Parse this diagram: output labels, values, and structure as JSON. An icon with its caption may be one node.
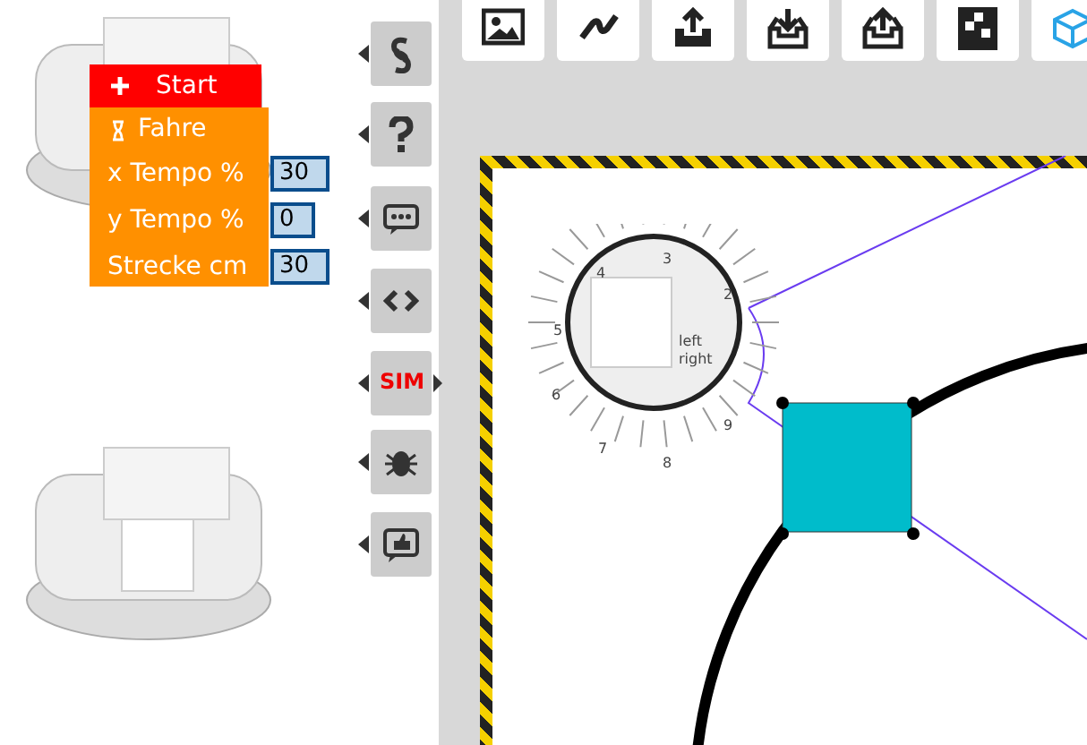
{
  "diagram": {
    "nodes": [
      {
        "text": [
          "Start"
        ]
      },
      {
        "text": [
          "Fahre",
          "x Tempo %",
          "y Tempo %",
          "Strecke cm"
        ]
      },
      {
        "text": [
          "30"
        ]
      },
      {
        "text": [
          "0"
        ]
      },
      {
        "text": [
          "30"
        ]
      }
    ],
    "labels": [
      "SIM",
      "3",
      "2",
      "4",
      "5",
      "left",
      "right",
      "6",
      "9",
      "7",
      "8"
    ]
  }
}
